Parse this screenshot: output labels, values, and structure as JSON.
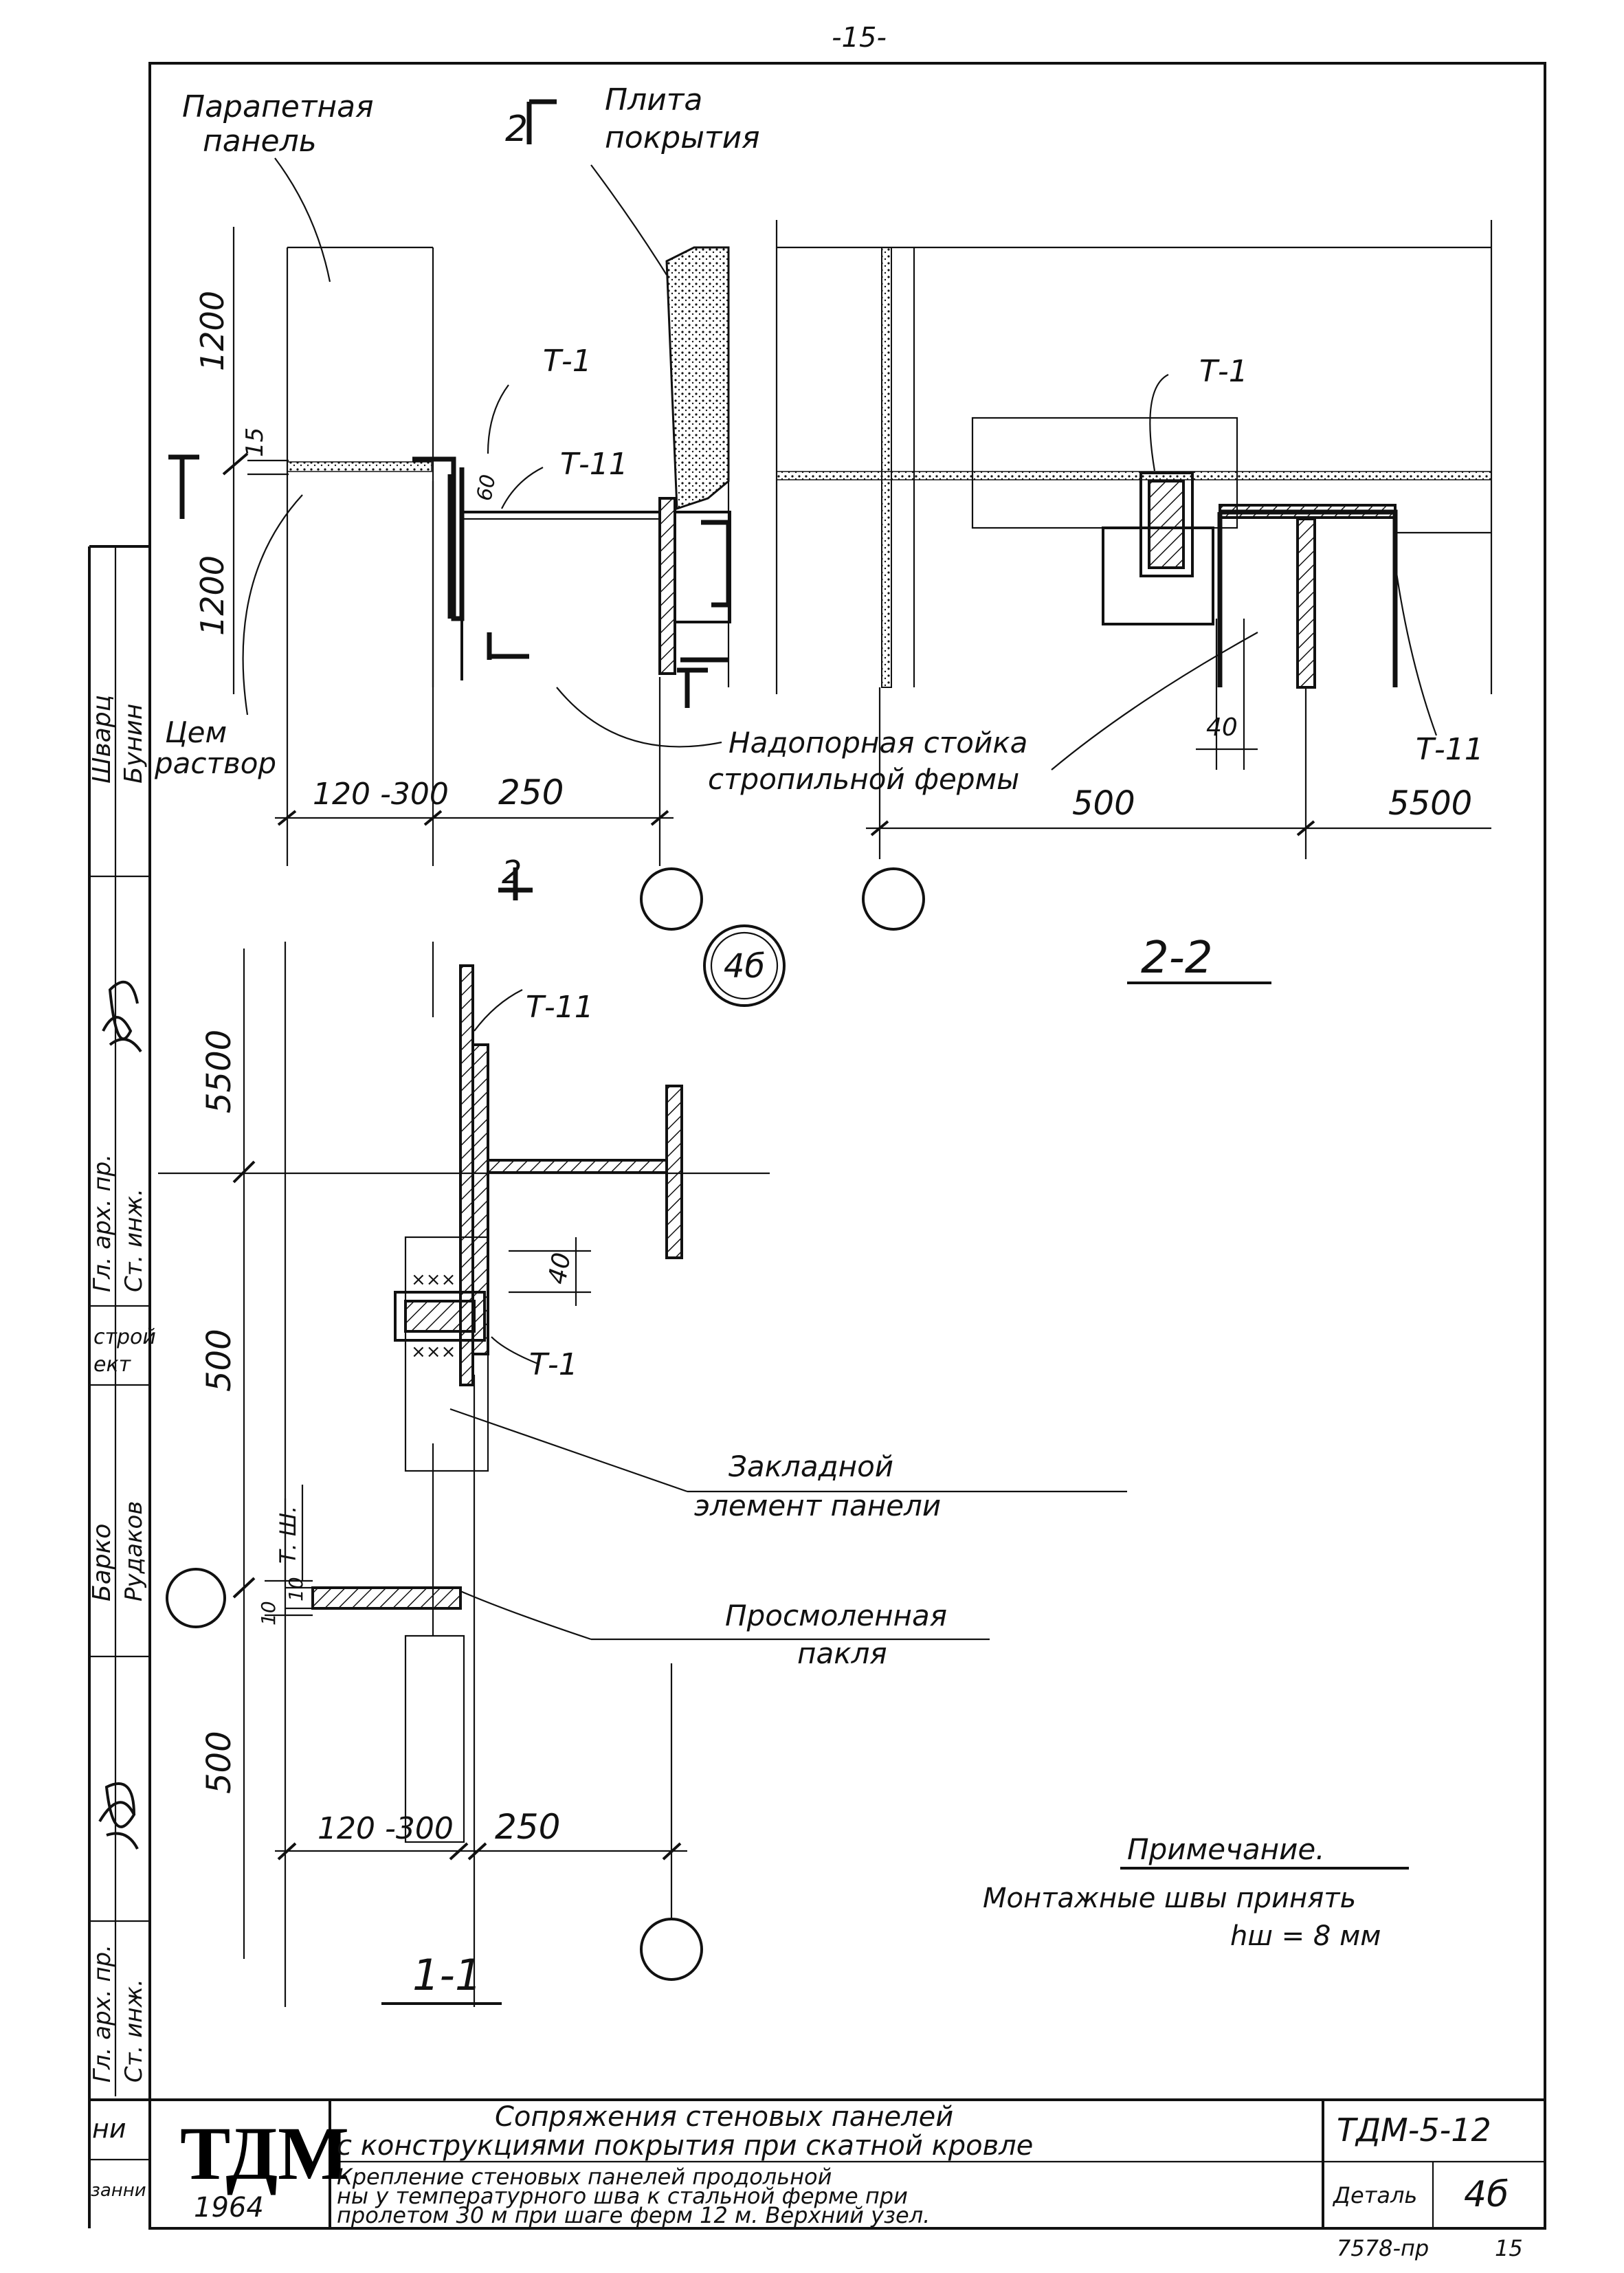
{
  "page_number": "-15-",
  "labels": {
    "parapet_panel": [
      "Парапетная",
      "панель"
    ],
    "roof_slab": [
      "Плита",
      "покрытия"
    ],
    "cement_mortar": [
      "Цем",
      "раствор"
    ],
    "rack": [
      "Надопорная стойка",
      "стропильной фермы"
    ],
    "embedded": [
      "Закладной",
      "элемент панели"
    ],
    "tow": [
      "Просмоленная",
      "пакля"
    ],
    "t1": "Т-1",
    "t11": "Т-11",
    "tsh": "Т. Ш."
  },
  "section_marks": {
    "cut_2": "2",
    "cut_1": "1",
    "section_2_2": "2-2",
    "section_1_1": "1-1",
    "node_number": "4б"
  },
  "dimensions": {
    "d1200a": "1200",
    "d1200b": "1200",
    "d15": "15",
    "d60": "60",
    "d120_300a": "120 -300",
    "d250a": "250",
    "d40a": "40",
    "d500a": "500",
    "d5500a": "5500",
    "d5500b": "5500",
    "d40b": "40",
    "d500b": "500",
    "d500c": "500",
    "d10a": "10",
    "d10b": "10",
    "d120_300b": "120 -300",
    "d250b": "250"
  },
  "note": {
    "title": "Примечание.",
    "line1": "Монтажные швы принять",
    "line2": "hш = 8 мм"
  },
  "side_stamp": {
    "surnames": [
      "Шварц",
      "Бунин",
      "Барко",
      "Рудаков"
    ],
    "roles": [
      "Гл. арх. пр.",
      "Ст. инж.",
      "Гл. арх. пр.",
      "Ст. инж."
    ],
    "dept": [
      "строй",
      "ект"
    ],
    "margin_fragments": [
      "ни",
      "занни"
    ]
  },
  "title_block": {
    "logo": "ТДМ",
    "year": "1964",
    "title_line1": "Сопряжения стеновых панелей",
    "title_line2": "с конструкциями покрытия при скатной кровле",
    "desc_line1": "Крепление стеновых панелей продольной",
    "desc_line2": "ны у температурного шва к стальной ферме при",
    "desc_line3": "пролетом 30 м при шаге ферм 12 м. Верхний узел.",
    "code": "ТДМ-5-12",
    "detail_label": "Деталь",
    "detail_number": "4б",
    "inventory": "7578-пр",
    "sheet": "15"
  }
}
